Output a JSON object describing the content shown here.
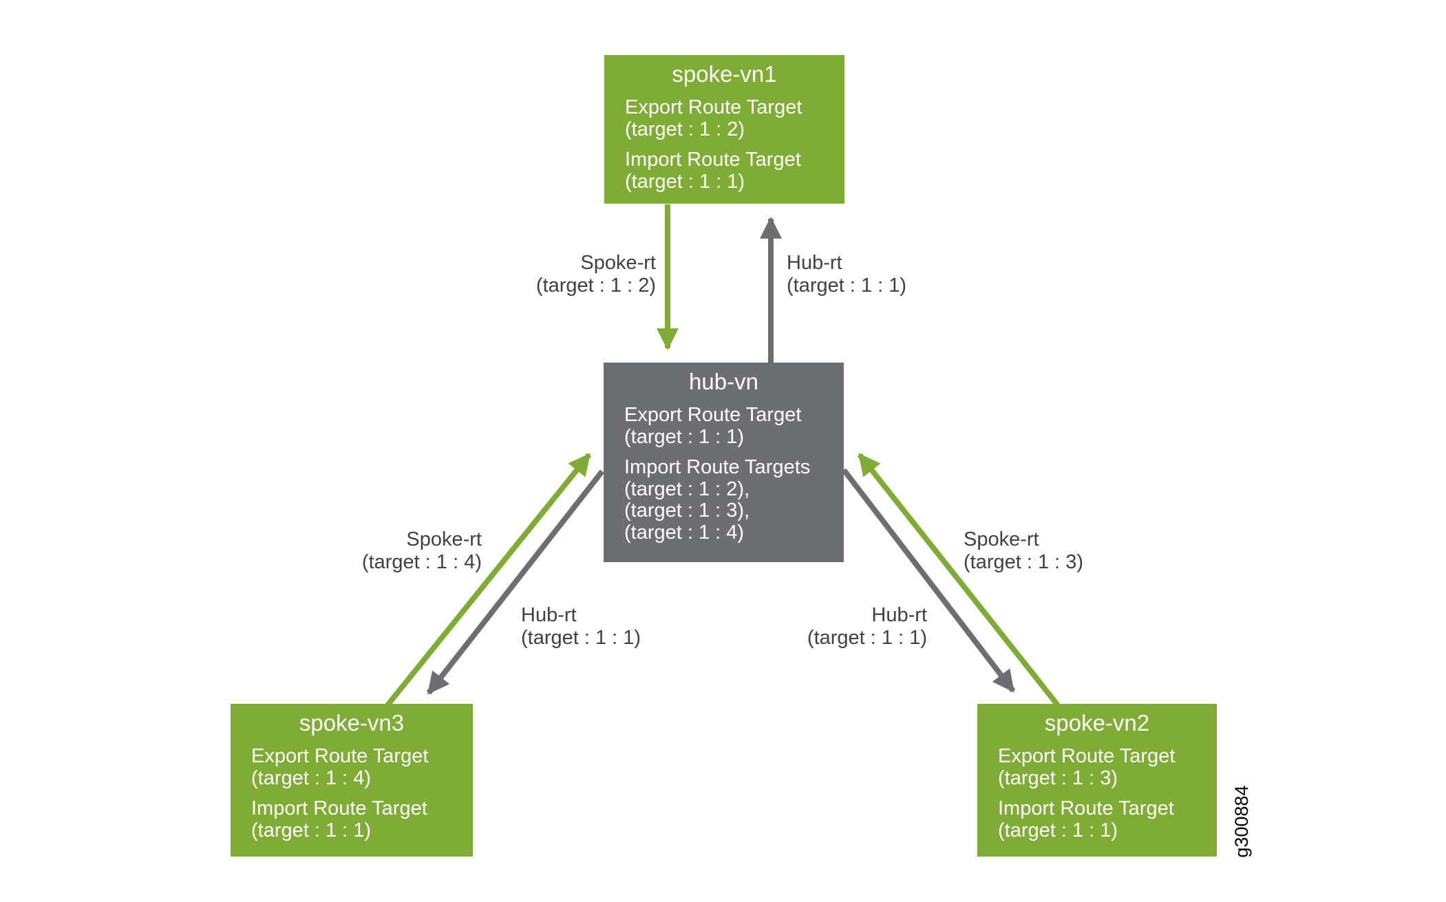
{
  "figure_id": "g300884",
  "colors": {
    "green": "#7EAC34",
    "gray": "#6D6E71",
    "label_text": "#414042",
    "box_text": "#ffffff",
    "background": "#ffffff"
  },
  "nodes": {
    "spoke_vn1": {
      "title": "spoke-vn1",
      "export_title": "Export Route Target",
      "export_target": "(target : 1 : 2)",
      "import_title": "Import Route Target",
      "import_target": "(target : 1 : 1)"
    },
    "hub_vn": {
      "title": "hub-vn",
      "export_title": "Export Route Target",
      "export_target": "(target : 1 : 1)",
      "import_title": "Import Route Targets",
      "import_target_1": "(target : 1 : 2),",
      "import_target_2": "(target : 1 : 3),",
      "import_target_3": "(target : 1 : 4)"
    },
    "spoke_vn3": {
      "title": "spoke-vn3",
      "export_title": "Export Route Target",
      "export_target": "(target : 1 : 4)",
      "import_title": "Import Route Target",
      "import_target": "(target : 1 : 1)"
    },
    "spoke_vn2": {
      "title": "spoke-vn2",
      "export_title": "Export Route Target",
      "export_target": "(target : 1 : 3)",
      "import_title": "Import Route Target",
      "import_target": "(target : 1 : 1)"
    }
  },
  "edges": {
    "spoke1_to_hub": {
      "label": "Spoke-rt",
      "target": "(target : 1 : 2)",
      "color": "#7EAC34"
    },
    "hub_to_spoke1": {
      "label": "Hub-rt",
      "target": "(target : 1 : 1)",
      "color": "#6D6E71"
    },
    "spoke3_to_hub": {
      "label": "Spoke-rt",
      "target": "(target : 1 : 4)",
      "color": "#7EAC34"
    },
    "hub_to_spoke3": {
      "label": "Hub-rt",
      "target": "(target : 1 : 1)",
      "color": "#6D6E71"
    },
    "spoke2_to_hub": {
      "label": "Spoke-rt",
      "target": "(target : 1 : 3)",
      "color": "#7EAC34"
    },
    "hub_to_spoke2": {
      "label": "Hub-rt",
      "target": "(target : 1 : 1)",
      "color": "#6D6E71"
    }
  }
}
